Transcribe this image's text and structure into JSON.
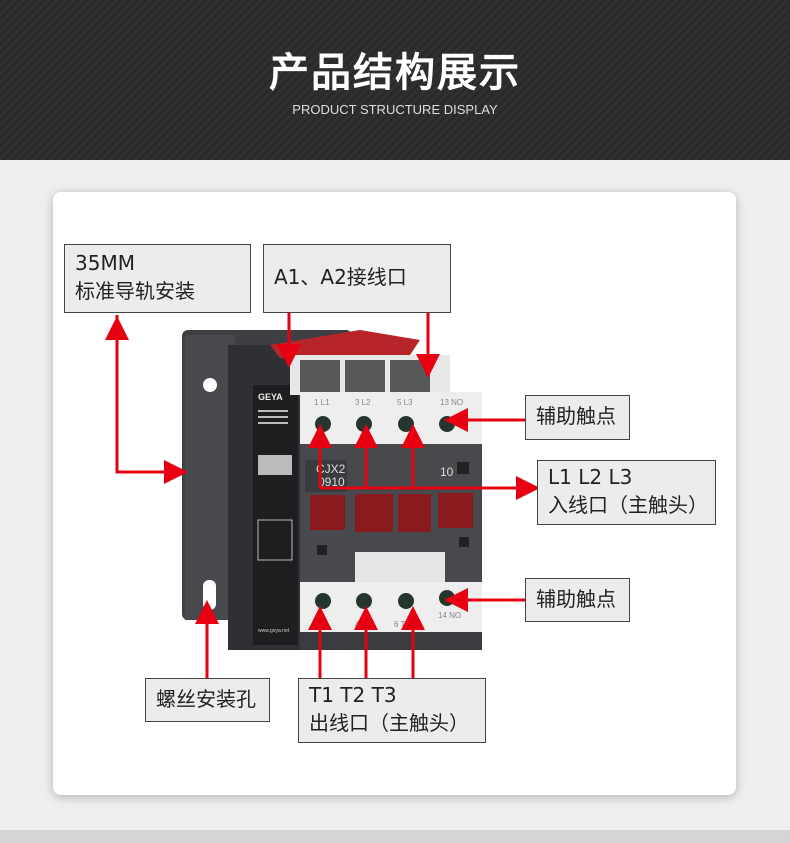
{
  "header": {
    "title": "产品结构展示",
    "subtitle": "PRODUCT STRUCTURE DISPLAY"
  },
  "labels": {
    "rail_line1": "35MM",
    "rail_line2": "标准导轨安装",
    "coil": "A1、A2接线口",
    "aux_top": "辅助触点",
    "input_line1": "L1  L2  L3",
    "input_line2": "入线口（主触头）",
    "aux_bottom": "辅助触点",
    "screw": "螺丝安装孔",
    "output_line1": "T1  T2  T3",
    "output_line2": "出线口（主触头）"
  },
  "product": {
    "brand": "GEYA",
    "model_line1": "CJX2",
    "model_line2": "0910",
    "aux_code": "10",
    "top_terminals": [
      "1  L1",
      "3  L2",
      "5  L3",
      "13 NO"
    ],
    "bottom_terminals": [
      "2 T1",
      "4 T2",
      "6 T3",
      "14 NO"
    ],
    "website": "www.geya.net"
  },
  "colors": {
    "accent": "#e60012",
    "header": "#2c2c2c"
  }
}
